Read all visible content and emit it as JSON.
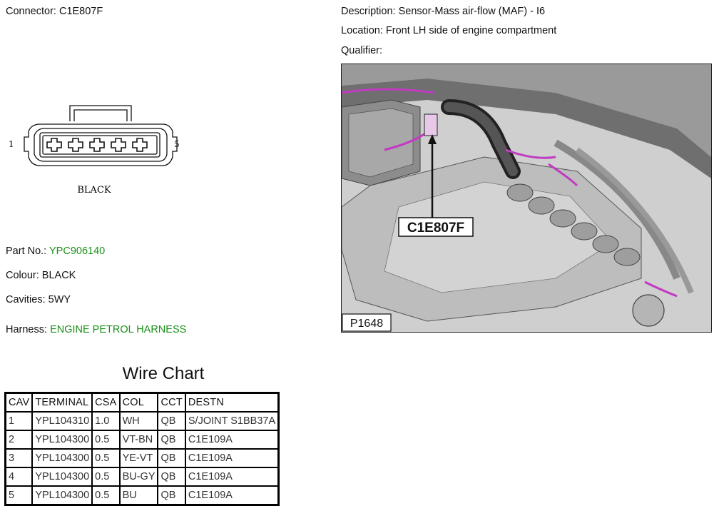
{
  "connector": {
    "label": "Connector:",
    "id": "C1E807F"
  },
  "description": {
    "label": "Description:",
    "value": "Sensor-Mass air-flow (MAF) - I6"
  },
  "location": {
    "label": "Location:",
    "value": "Front LH side of engine compartment"
  },
  "qualifier": {
    "label": "Qualifier:",
    "value": ""
  },
  "pinout": {
    "pin_first": "1",
    "pin_last": "5",
    "colour": "BLACK"
  },
  "part": {
    "label": "Part No.:",
    "value": "YPC906140"
  },
  "colour": {
    "label": "Colour:",
    "value": "BLACK"
  },
  "cavities": {
    "label": "Cavities:",
    "value": "5WY"
  },
  "harness": {
    "label": "Harness:",
    "value": "ENGINE PETROL HARNESS"
  },
  "photo": {
    "callout": "C1E807F",
    "ref": "P1648"
  },
  "wire_chart": {
    "title": "Wire Chart",
    "headers": [
      "CAV",
      "TERMINAL",
      "CSA",
      "COL",
      "CCT",
      "DESTN"
    ],
    "rows": [
      [
        "1",
        "YPL104310",
        "1.0",
        "WH",
        "QB",
        "S/JOINT S1BB37A"
      ],
      [
        "2",
        "YPL104300",
        "0.5",
        "VT-BN",
        "QB",
        "C1E109A"
      ],
      [
        "3",
        "YPL104300",
        "0.5",
        "YE-VT",
        "QB",
        "C1E109A"
      ],
      [
        "4",
        "YPL104300",
        "0.5",
        "BU-GY",
        "QB",
        "C1E109A"
      ],
      [
        "5",
        "YPL104300",
        "0.5",
        "BU",
        "QB",
        "C1E109A"
      ]
    ]
  },
  "colors": {
    "value_green": "#1a8f1a",
    "harness_magenta": "#c23ac2"
  }
}
